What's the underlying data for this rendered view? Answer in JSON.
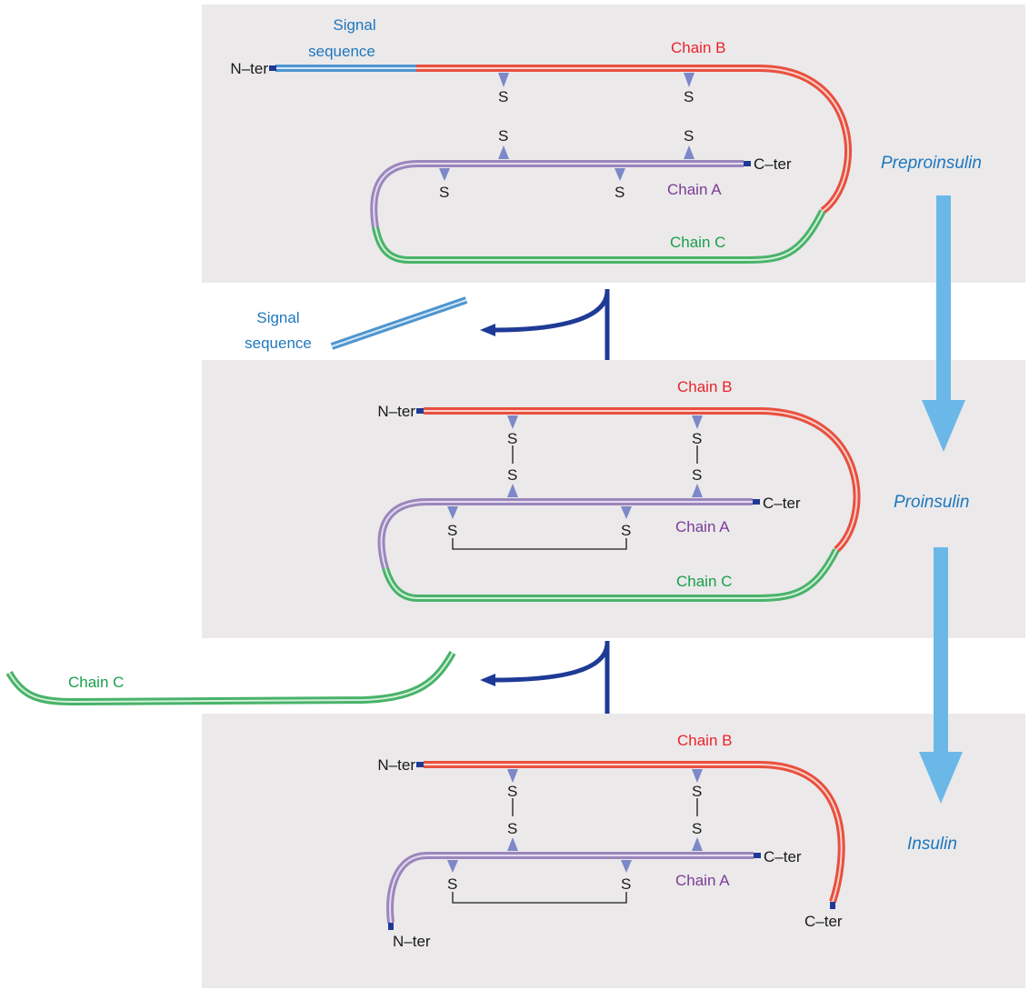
{
  "colors": {
    "panel": "#ebe9ea",
    "chain_b": "#e8503f",
    "chain_a": "#9b86bc",
    "chain_c": "#49b36a",
    "signal": "#4f95cf",
    "arrow_dark": "#1f3a96",
    "arrow_light": "#6bb8e8",
    "label_blue": "#1e78be",
    "label_red": "#e8242b",
    "label_purple": "#7b3c97",
    "label_green": "#19a04a",
    "terminus": "#1f3a96"
  },
  "stages": [
    {
      "name": "Preproinsulin"
    },
    {
      "name": "Proinsulin"
    },
    {
      "name": "Insulin"
    }
  ],
  "labels": {
    "chain_a": "Chain A",
    "chain_b": "Chain B",
    "chain_c": "Chain C",
    "signal_line1": "Signal",
    "signal_line2": "sequence",
    "n_ter": "N–ter",
    "c_ter": "C–ter",
    "sulfur": "S"
  },
  "icons": {
    "process_arrow": "down-arrow-icon",
    "cleave_arrow": "branch-arrow-icon"
  }
}
